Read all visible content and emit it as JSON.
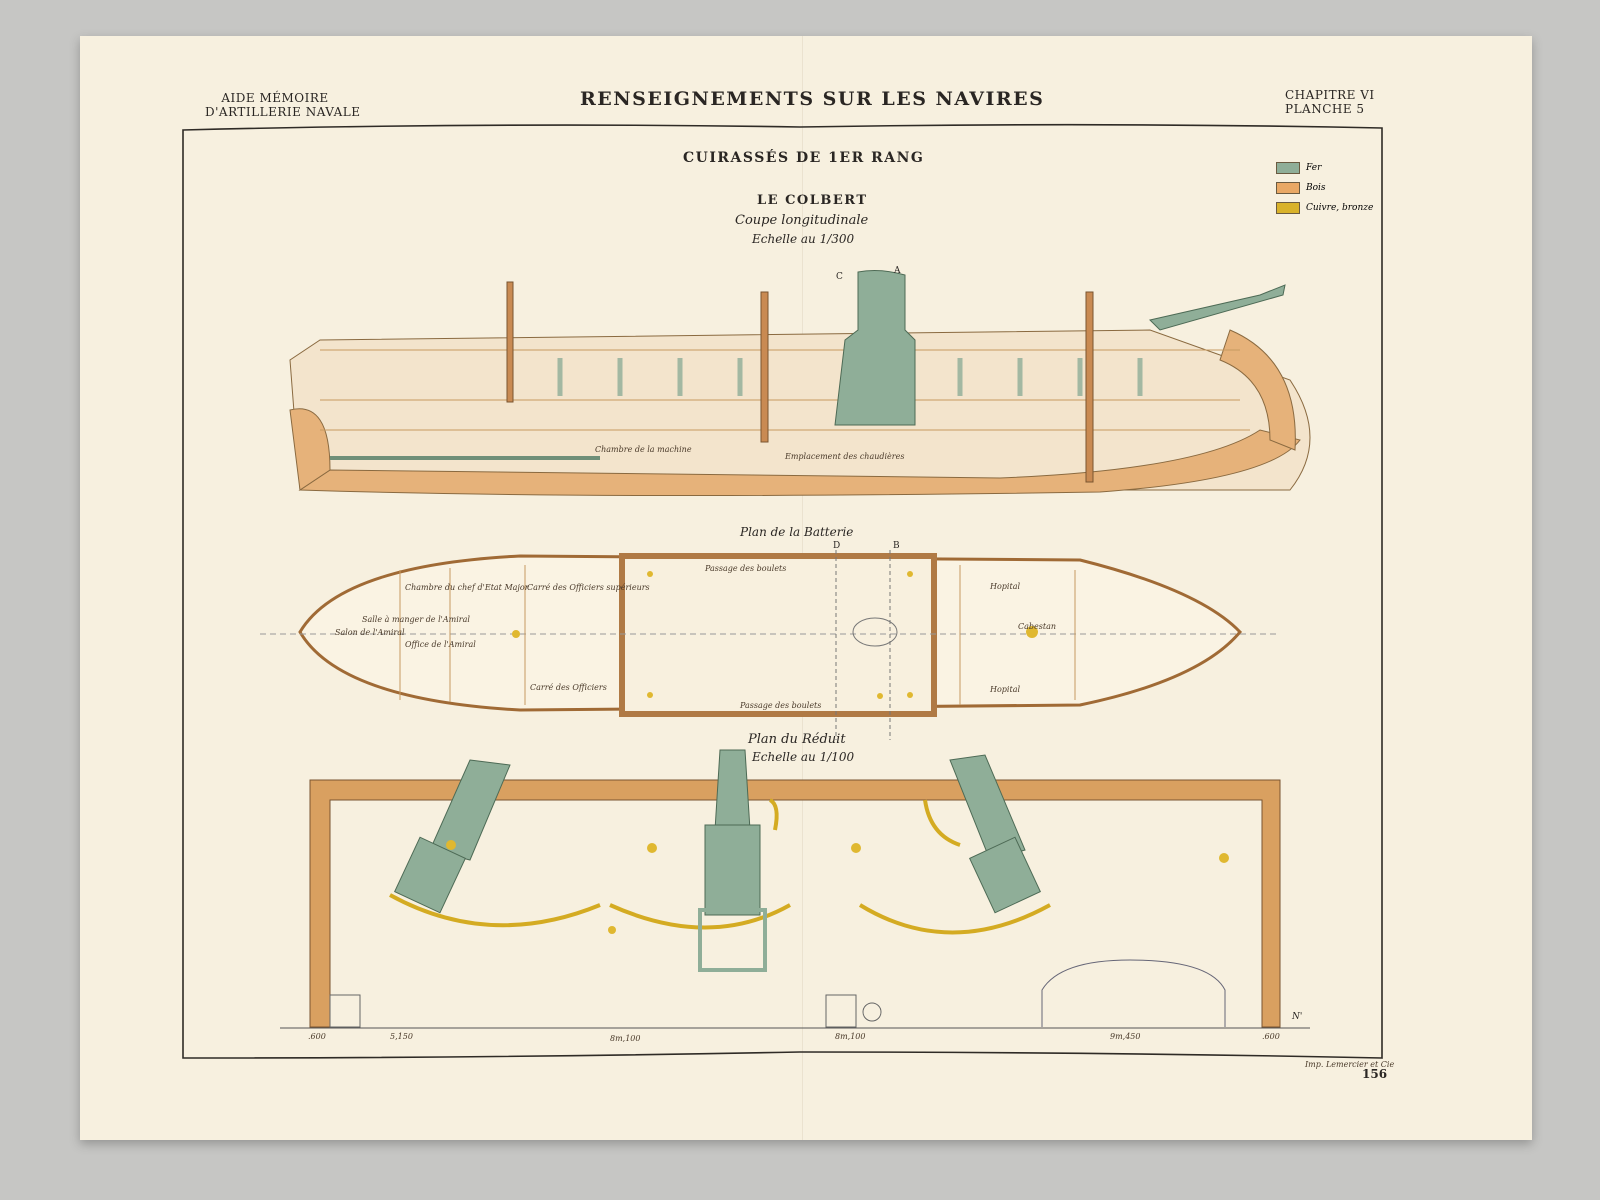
{
  "header": {
    "left_line1": "AIDE MÉMOIRE",
    "left_line2": "D'ARTILLERIE NAVALE",
    "title": "RENSEIGNEMENTS SUR LES NAVIRES",
    "right_line1": "CHAPITRE VI",
    "right_line2": "PLANCHE 5"
  },
  "plate": {
    "category": "CUIRASSÉS DE 1ER RANG",
    "ship": "LE COLBERT",
    "section_title": "Coupe longitudinale",
    "section_scale": "Echelle au 1/300",
    "labels": {
      "engine": "Chambre de la machine",
      "boilers": "Emplacement des chaudières"
    },
    "markers": {
      "a": "A",
      "b": "B",
      "c": "C",
      "d": "D",
      "n": "N'"
    },
    "battery_title": "Plan de la Batterie",
    "battery_rooms": [
      "Salon de l'Amiral",
      "Salle à manger de l'Amiral",
      "Office de l'Amiral",
      "Chambre du chef d'Etat Major",
      "Carré des Officiers supérieurs",
      "Carré des Officiers",
      "Passage des boulets",
      "Passage des boulets",
      "Hopital",
      "Hopital",
      "Cabestan"
    ],
    "redoubt_title": "Plan du Réduit",
    "redoubt_scale": "Echelle au 1/100",
    "dimensions": [
      ".600",
      "5,150",
      "8m,100",
      "8m,100",
      "9m,450",
      ".600"
    ]
  },
  "legend": [
    {
      "label": "Fer",
      "color": "#8fae98"
    },
    {
      "label": "Bois",
      "color": "#e9a865"
    },
    {
      "label": "Cuivre, bronze",
      "color": "#d9b22a"
    }
  ],
  "footer": {
    "printer": "Imp. Lemercier et Cie",
    "page": "156"
  }
}
